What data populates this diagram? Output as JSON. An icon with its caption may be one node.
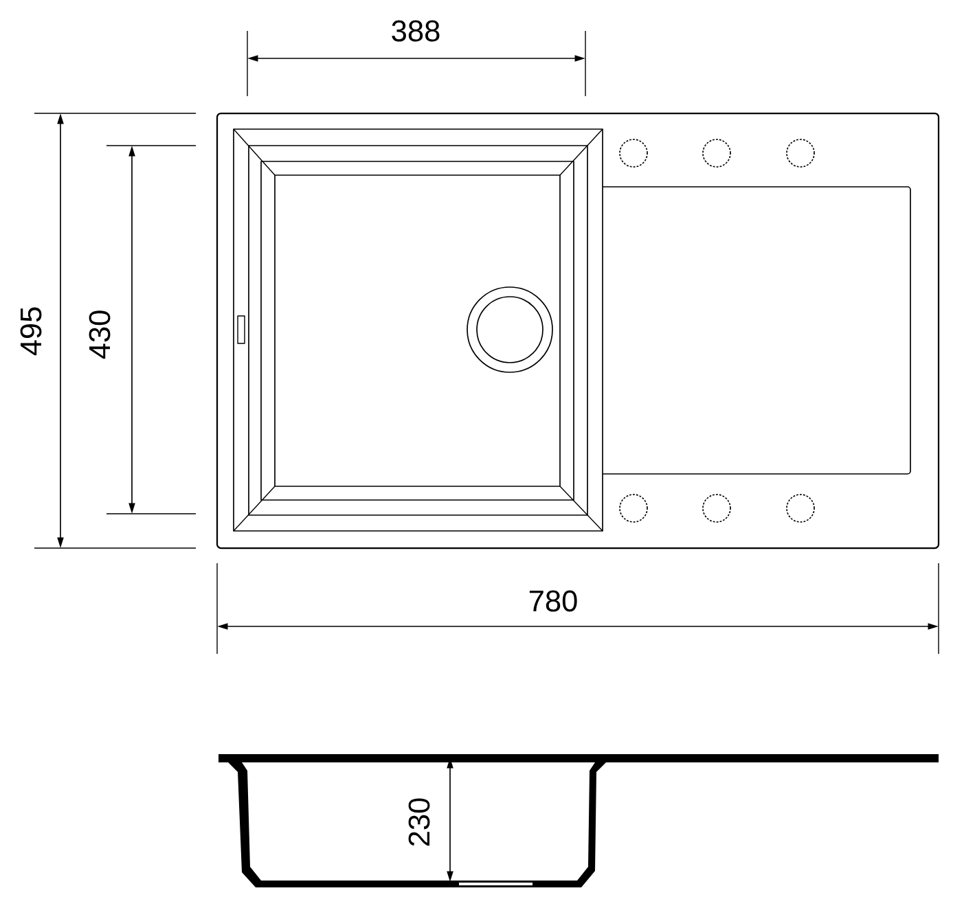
{
  "diagram": {
    "labels": [
      "388",
      "495",
      "430",
      "780",
      "230"
    ]
  }
}
